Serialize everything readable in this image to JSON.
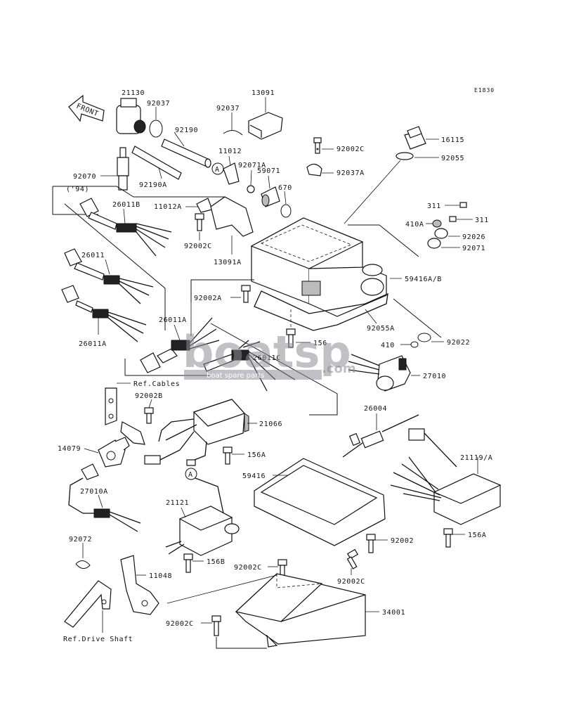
{
  "diagram_code": "E1830",
  "front_label": "FRONT",
  "watermark": {
    "brand": "boatsp",
    "tld": ".com",
    "tagline": "boat spare parts"
  },
  "labels": {
    "p21130": "21130",
    "p92037_top": "92037",
    "p92190": "92190",
    "p92037": "92037",
    "p13091": "13091",
    "p16115": "16115",
    "p92055": "92055",
    "p92002C_top": "92002C",
    "p92037A": "92037A",
    "p11012": "11012",
    "p92071A": "92071A",
    "p59071": "59071",
    "p670": "670",
    "p92070": "92070",
    "p94": "('94)",
    "p92190A": "92190A",
    "p26011B": "26011B",
    "p11012A": "11012A",
    "p92002C_mid": "92002C",
    "p13091A": "13091A",
    "p311a": "311",
    "p311b": "311",
    "p410A": "410A",
    "p92026": "92026",
    "p92071": "92071",
    "p26011": "26011",
    "p59416AB": "59416A/B",
    "p92002A": "92002A",
    "p26011A_left": "26011A",
    "p26011A": "26011A",
    "p92055A": "92055A",
    "p156": "156",
    "p92022": "92022",
    "p410": "410",
    "p26011C": "26011C",
    "p27010": "27010",
    "refCables": "Ref.Cables",
    "p92002B": "92002B",
    "p21066": "21066",
    "p26004": "26004",
    "p14079": "14079",
    "p156A": "156A",
    "p59416": "59416",
    "p21119A": "21119/A",
    "p27010A": "27010A",
    "p21121": "21121",
    "pA": "A",
    "pA2": "A",
    "p92072": "92072",
    "p92002C_low": "92002C",
    "p92002": "92002",
    "p156B": "156B",
    "p156A_right": "156A",
    "p11048": "11048",
    "p92002C_right": "92002C",
    "p34001": "34001",
    "p92002C_bottom": "92002C",
    "refDrive": "Ref.Drive Shaft"
  }
}
